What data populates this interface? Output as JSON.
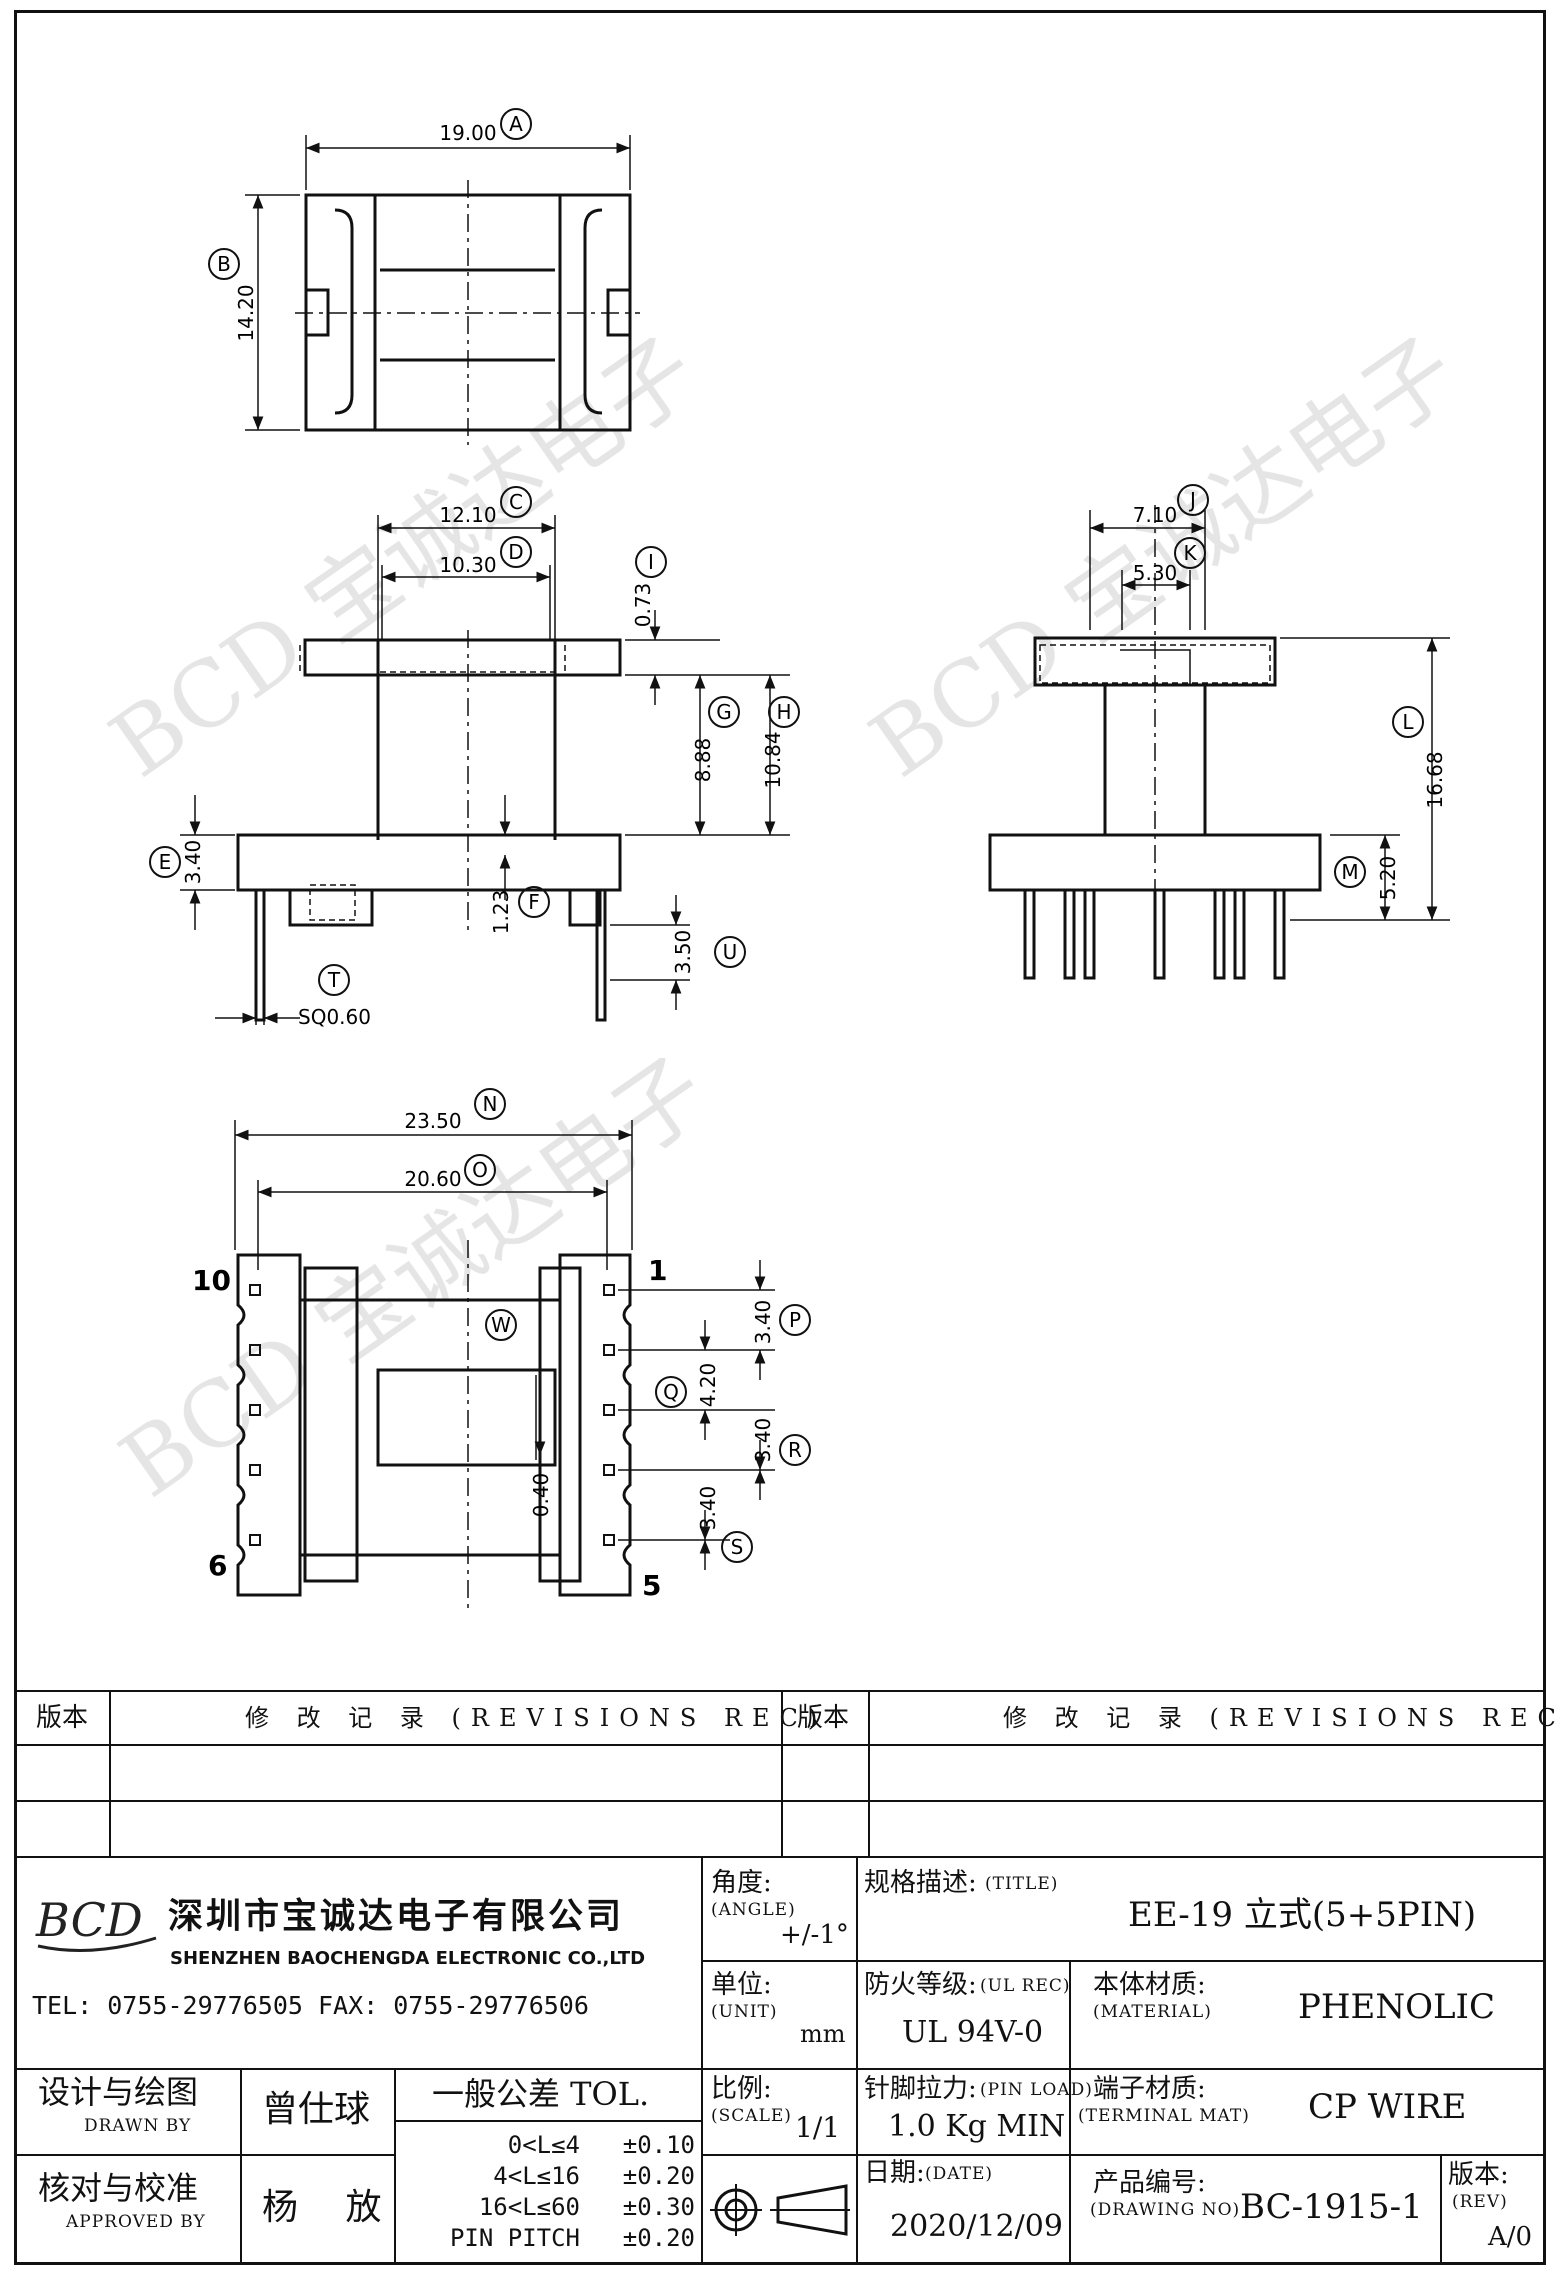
{
  "drawing": {
    "dims": {
      "A": "19.00",
      "B": "14.20",
      "C": "12.10",
      "D": "10.30",
      "E": "3.40",
      "F": "1.23",
      "G": "8.88",
      "H": "10.84",
      "I": "0.73",
      "J": "7.10",
      "K": "5.30",
      "L": "16.68",
      "M": "5.20",
      "N": "23.50",
      "O": "20.60",
      "P": "3.40",
      "Q": "4.20",
      "R": "3.40",
      "S": "3.40",
      "T": "SQ0.60",
      "U": "3.50",
      "W": "0.40"
    },
    "pins": {
      "p1": "1",
      "p5": "5",
      "p6": "6",
      "p10": "10"
    },
    "watermark": "BCD 宝诚达电子"
  },
  "revisions": {
    "ver_label": "版本",
    "rec_label": "修 改 记 录 (REVISIONS REC)"
  },
  "company": {
    "logo": "BCD",
    "name_cn": "深圳市宝诚达电子有限公司",
    "name_en": "SHENZHEN BAOCHENGDA ELECTRONIC CO.,LTD",
    "contact": "TEL: 0755-29776505   FAX: 0755-29776506"
  },
  "fields": {
    "angle_cn": "角度:",
    "angle_en": "(ANGLE)",
    "angle_val": "+/-1°",
    "title_cn": "规格描述:",
    "title_en": "(TITLE)",
    "title_val": "EE-19 立式(5+5PIN)",
    "unit_cn": "单位:",
    "unit_en": "(UNIT)",
    "unit_val": "mm",
    "ul_cn": "防火等级:",
    "ul_en": "(UL REC)",
    "ul_val": "UL 94V-0",
    "mat_cn": "本体材质:",
    "mat_en": "(MATERIAL)",
    "mat_val": "PHENOLIC",
    "scale_cn": "比例:",
    "scale_en": "(SCALE)",
    "scale_val": "1/1",
    "load_cn": "针脚拉力:",
    "load_en": "(PIN LOAD)",
    "load_val": "1.0 Kg MIN",
    "term_cn": "端子材质:",
    "term_en": "(TERMINAL MAT)",
    "term_val": "CP WIRE",
    "date_cn": "日期:",
    "date_en": "(DATE)",
    "date_val": "2020/12/09",
    "dwg_cn": "产品编号:",
    "dwg_en": "(DRAWING NO)",
    "dwg_val": "BC-1915-1",
    "rev_cn": "版本:",
    "rev_en": "(REV)",
    "rev_val": "A/0"
  },
  "people": {
    "drawn_cn": "设计与绘图",
    "drawn_en": "DRAWN BY",
    "drawn_name": "曾仕球",
    "approved_cn": "核对与校准",
    "approved_en": "APPROVED BY",
    "approved_name": "杨 放"
  },
  "tolerance": {
    "title": "一般公差 TOL.",
    "rows": [
      {
        "range": "0<L≤4",
        "tol": "±0.10"
      },
      {
        "range": "4<L≤16",
        "tol": "±0.20"
      },
      {
        "range": "16<L≤60",
        "tol": "±0.30"
      },
      {
        "range": "PIN PITCH",
        "tol": "±0.20"
      }
    ]
  }
}
